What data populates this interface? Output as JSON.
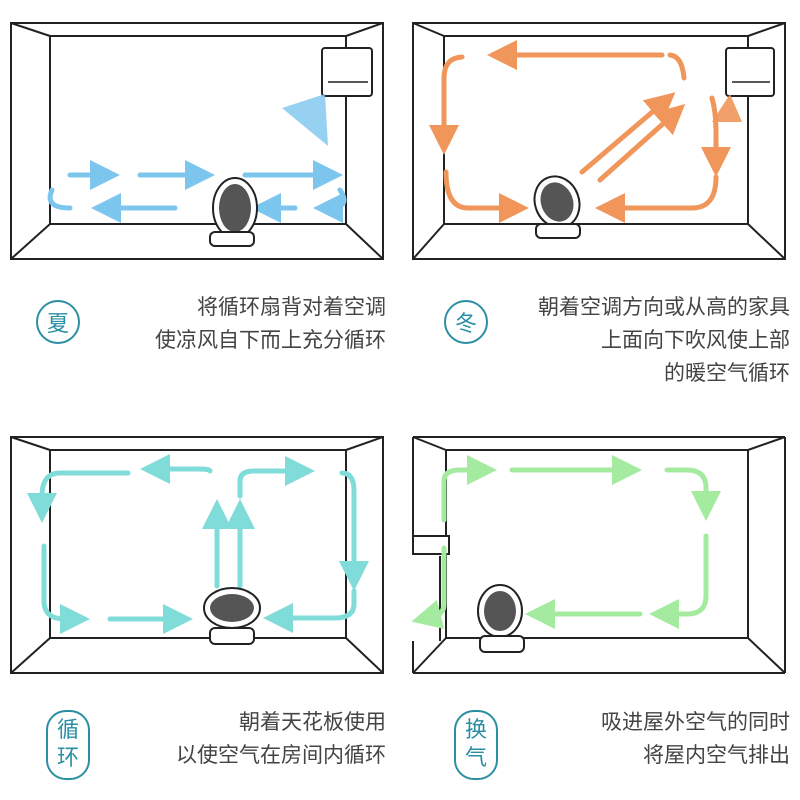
{
  "colors": {
    "summer": "#7cc6ee",
    "winter": "#f0965a",
    "circulation": "#7fdcd8",
    "ventilation": "#a4eba0",
    "accent": "#2a8fa3"
  },
  "panels": [
    {
      "key": "summer",
      "badge": [
        "夏"
      ],
      "caption": [
        "将循环扇背对着空调",
        "使凉风自下而上充分循环"
      ]
    },
    {
      "key": "winter",
      "badge": [
        "冬"
      ],
      "caption": [
        "朝着空调方向或从高的家具",
        "上面向下吹风使上部",
        "的暖空气循环"
      ]
    },
    {
      "key": "circulation",
      "badge": [
        "循",
        "环"
      ],
      "caption": [
        "朝着天花板使用",
        "以使空气在房间内循环"
      ]
    },
    {
      "key": "ventilation",
      "badge": [
        "换",
        "气"
      ],
      "caption": [
        "吸进屋外空气的同时",
        "将屋内空气排出"
      ]
    }
  ]
}
